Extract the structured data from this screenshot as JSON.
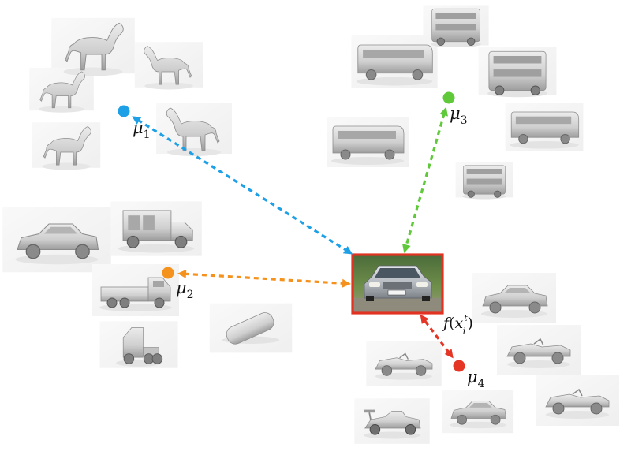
{
  "diagram": {
    "colors": {
      "cluster_1": "#1ea0e6",
      "cluster_2": "#f5921e",
      "cluster_3": "#5fc93a",
      "cluster_4": "#e53524",
      "query_frame": "#e23222",
      "model_fill": "#d8d8d8",
      "model_shade": "#a9a9a9"
    },
    "nodes": [
      {
        "id": "mu1",
        "symbol": "μ",
        "subscript": "1",
        "color_key": "cluster_1"
      },
      {
        "id": "mu2",
        "symbol": "μ",
        "subscript": "2",
        "color_key": "cluster_2"
      },
      {
        "id": "mu3",
        "symbol": "μ",
        "subscript": "3",
        "color_key": "cluster_3"
      },
      {
        "id": "mu4",
        "symbol": "μ",
        "subscript": "4",
        "color_key": "cluster_4"
      }
    ],
    "query": {
      "label_func": "f",
      "label_var": "x",
      "label_sup": "t",
      "label_sub": "i",
      "image_description_icon": "car-photo-icon"
    },
    "edges": [
      {
        "from": "mu1",
        "to": "query",
        "style": "dashed",
        "arrows": "both"
      },
      {
        "from": "mu2",
        "to": "query",
        "style": "dashed",
        "arrows": "both"
      },
      {
        "from": "mu3",
        "to": "query",
        "style": "dashed",
        "arrows": "both"
      },
      {
        "from": "mu4",
        "to": "query",
        "style": "dashed",
        "arrows": "both"
      }
    ],
    "clusters": [
      {
        "id": "cluster_1",
        "items": [
          "horse-model-icon",
          "horse-model-icon",
          "horse-model-icon",
          "horse-model-icon",
          "horse-model-icon"
        ]
      },
      {
        "id": "cluster_2",
        "items": [
          "pickup-truck-model-icon",
          "dump-truck-model-icon",
          "flatbed-truck-model-icon",
          "tanker-truck-model-icon",
          "semi-truck-model-icon"
        ]
      },
      {
        "id": "cluster_3",
        "items": [
          "double-decker-bus-model-icon",
          "bus-model-icon",
          "double-decker-bus-model-icon",
          "bus-model-icon",
          "coach-bus-model-icon",
          "double-decker-bus-model-icon"
        ]
      },
      {
        "id": "cluster_4",
        "items": [
          "sedan-model-icon",
          "convertible-model-icon",
          "roadster-model-icon",
          "race-car-model-icon",
          "vintage-car-model-icon",
          "convertible-model-icon"
        ]
      }
    ]
  }
}
